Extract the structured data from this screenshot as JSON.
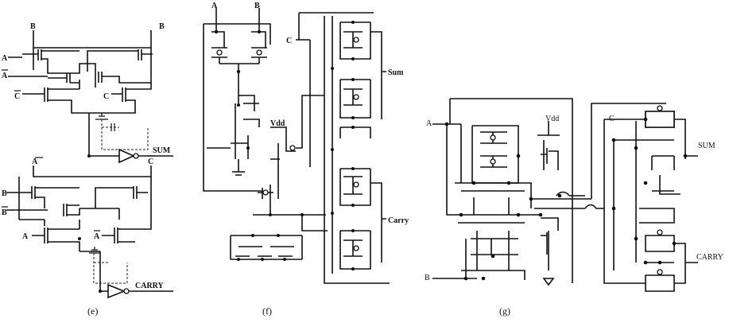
{
  "panels": {
    "e": {
      "caption": "(e)",
      "labels": {
        "b_top_left": "B",
        "b_top_right": "B",
        "a": "A",
        "a_bar": "A",
        "c_bar": "C",
        "c": "C",
        "sum": "SUM",
        "a_top_bar": "A",
        "c_bar_right": "C",
        "b": "B",
        "b_bar": "B",
        "a_low": "A",
        "a_bar_low": "A",
        "carry": "CARRY"
      }
    },
    "f": {
      "caption": "(f)",
      "labels": {
        "a": "A",
        "b": "B",
        "c": "C",
        "vdd": "Vdd",
        "sum": "Sum",
        "carry": "Carry"
      }
    },
    "g": {
      "caption": "(g)",
      "labels": {
        "a": "A",
        "b": "B",
        "c": "C",
        "vdd": "Vdd",
        "sum": "SUM",
        "carry": "CARRY"
      }
    }
  },
  "colors": {
    "ink": "#111111",
    "background": "#ffffff"
  }
}
